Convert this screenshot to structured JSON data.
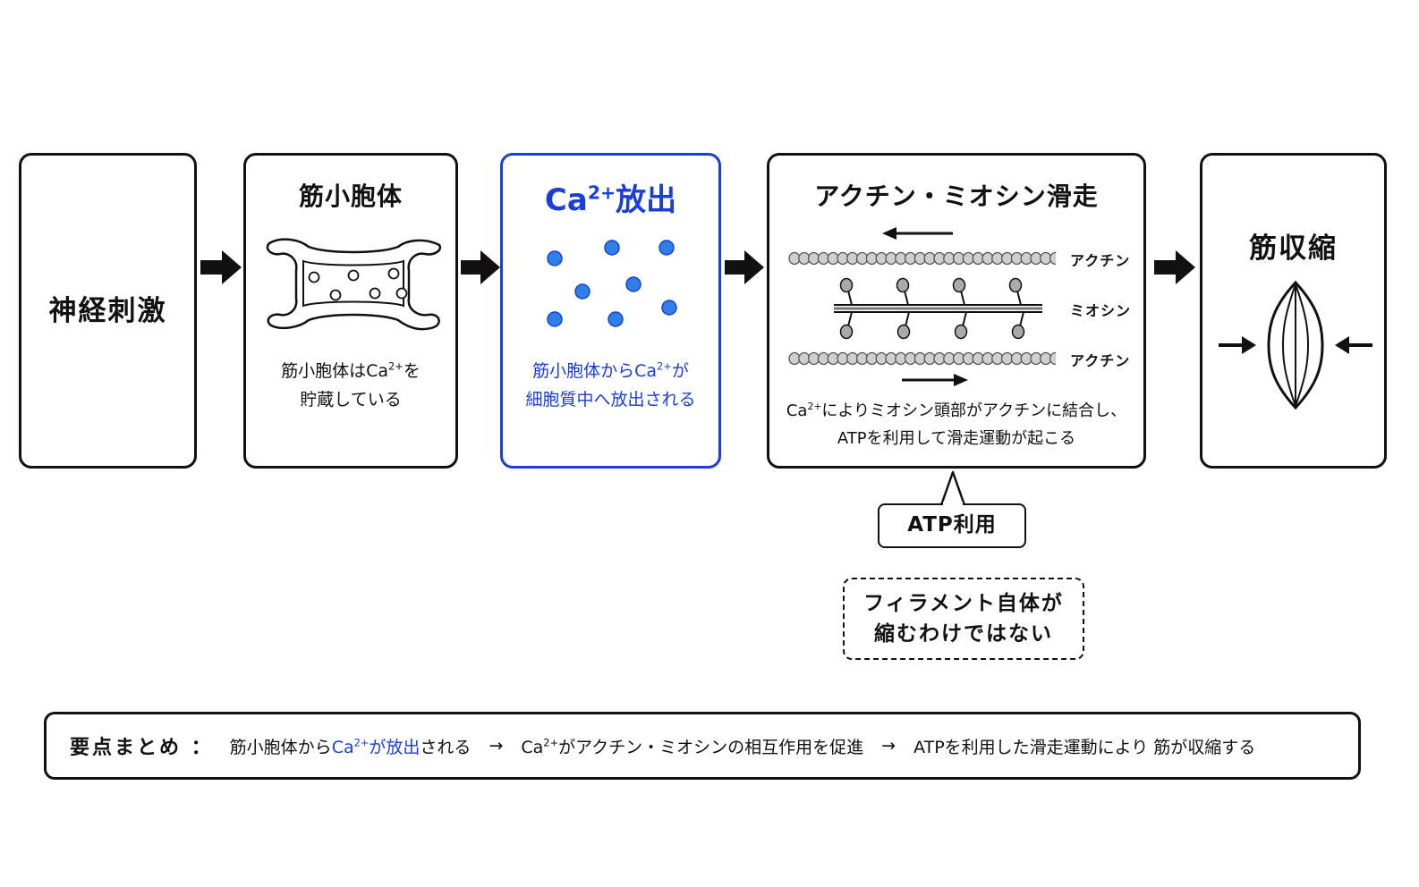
{
  "steps": {
    "s1": {
      "title": "神経刺激"
    },
    "s2": {
      "title": "筋小胞体",
      "caption_l1a": "筋小胞体はCa",
      "caption_l1sup": "2+",
      "caption_l1b": "を",
      "caption_l2": "貯蔵している"
    },
    "s3": {
      "title_a": "Ca",
      "title_sup": "2+",
      "title_b": "放出",
      "caption_l1a": "筋小胞体からCa",
      "caption_l1sup": "2+",
      "caption_l1b": "が",
      "caption_l2": "細胞質中へ放出される"
    },
    "s4": {
      "title": "アクチン・ミオシン滑走",
      "label_actin_top": "アクチン",
      "label_myosin": "ミオシン",
      "label_actin_bottom": "アクチン",
      "caption_l1a": "Ca",
      "caption_l1sup": "2+",
      "caption_l1b": "によりミオシン頭部がアクチンに結合し、",
      "caption_l2": "ATPを利用して滑走運動が起こる"
    },
    "s5": {
      "title": "筋収縮"
    }
  },
  "callout": {
    "text": "ATP利用"
  },
  "note": {
    "line1": "フィラメント自体が",
    "line2": "縮むわけではない"
  },
  "summary": {
    "heading": "要点まとめ ：",
    "p1a": "筋小胞体から",
    "p1b": "Ca",
    "p1sup": "2+",
    "p1c": "が放出",
    "p1d": "される",
    "arrow1": "→",
    "p2a": "Ca",
    "p2sup": "2+",
    "p2b": "がアクチン・ミオシンの相互作用を促進",
    "arrow2": "→",
    "p3": "ATPを利用した滑走運動により 筋が収縮する"
  },
  "colors": {
    "accent": "#1a3fd8",
    "ion_fill": "#2f7fe8",
    "ink": "#111111",
    "filament": "#cfcfcf"
  }
}
